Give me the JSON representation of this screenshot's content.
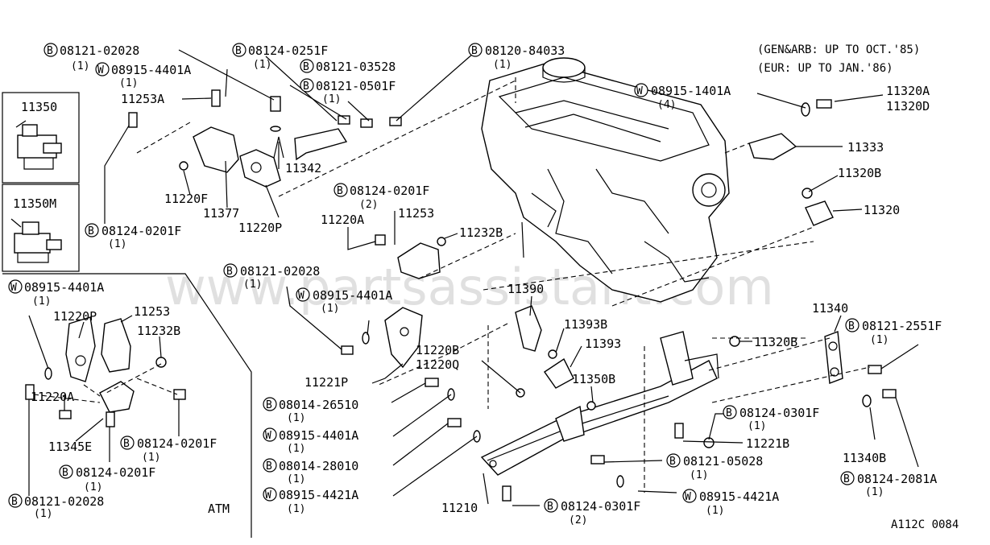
{
  "notes": {
    "line1": "(GEN&ARB: UP TO OCT.'85)",
    "line2": "(EUR: UP TO JAN.'86)"
  },
  "watermark": "www.partsassistant.com",
  "diagram_code": "A112C 0084",
  "section_label": "ATM",
  "inset_labels": {
    "top": "11350",
    "bottom": "11350M"
  },
  "prefix_bolt": "B",
  "prefix_washer": "W",
  "callouts": {
    "c1": {
      "code": "08121-02028",
      "qty": "(1)"
    },
    "c2": {
      "code": "08915-4401A",
      "qty": "(1)"
    },
    "c3": {
      "code": "08124-0251F",
      "qty": "(1)"
    },
    "c4": {
      "code": "08121-03528"
    },
    "c5": {
      "code": "08121-0501F",
      "qty": "(1)"
    },
    "c6": {
      "code": "08120-84033",
      "qty": "(1)"
    },
    "c7": {
      "code": "08915-1401A",
      "qty": "(4)"
    },
    "c8": {
      "code": "08124-0201F",
      "qty": "(1)"
    },
    "c9": {
      "code": "08124-0201F",
      "qty": "(2)"
    },
    "c10": {
      "code": "08121-02028",
      "qty": "(1)"
    },
    "c11": {
      "code": "08915-4401A",
      "qty": "(1)"
    },
    "c12": {
      "code": "08915-4401A",
      "qty": "(1)"
    },
    "c13": {
      "code": "08124-0201F",
      "qty": "(1)"
    },
    "c14": {
      "code": "08124-0201F",
      "qty": "(1)"
    },
    "c15": {
      "code": "08121-02028",
      "qty": "(1)"
    },
    "c16": {
      "code": "08014-26510",
      "qty": "(1)"
    },
    "c17": {
      "code": "08915-4401A",
      "qty": "(1)"
    },
    "c18": {
      "code": "08014-28010",
      "qty": "(1)"
    },
    "c19": {
      "code": "08915-4421A",
      "qty": "(1)"
    },
    "c20": {
      "code": "08124-0301F",
      "qty": "(2)"
    },
    "c21": {
      "code": "08915-4421A",
      "qty": "(1)"
    },
    "c22": {
      "code": "08121-05028",
      "qty": "(1)"
    },
    "c23": {
      "code": "08124-0301F",
      "qty": "(1)"
    },
    "c24": {
      "code": "08121-2551F",
      "qty": "(1)"
    },
    "c25": {
      "code": "08124-2081A",
      "qty": "(1)"
    }
  },
  "parts": {
    "p11253A": "11253A",
    "p11342": "11342",
    "p11220F": "11220F",
    "p11377": "11377",
    "p11220P_top": "11220P",
    "p11320A": "11320A",
    "p11320D": "11320D",
    "p11333": "11333",
    "p11320B_top": "11320B",
    "p11320": "11320",
    "p11220A_mid": "11220A",
    "p11253_mid": "11253",
    "p11232B_mid": "11232B",
    "p11390": "11390",
    "p11393B": "11393B",
    "p11393": "11393",
    "p11220B": "11220B",
    "p11220Q": "11220Q",
    "p11350B": "11350B",
    "p11221P": "11221P",
    "p11320B_mid": "11320B",
    "p11340": "11340",
    "p11340B": "11340B",
    "p11221B": "11221B",
    "p11210": "11210",
    "p11220P_atm": "11220P",
    "p11253_atm": "11253",
    "p11232B_atm": "11232B",
    "p11220A_atm": "11220A",
    "p11345E": "11345E"
  }
}
